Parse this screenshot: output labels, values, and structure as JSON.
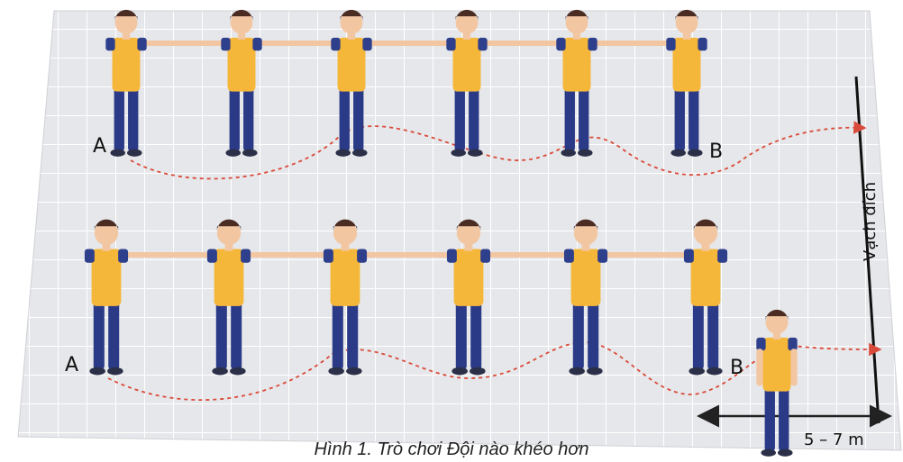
{
  "labels": {
    "start_top": "A",
    "end_top": "B",
    "start_bottom": "A",
    "end_bottom": "B",
    "finish_line": "Vạch đích",
    "distance": "5 – 7 m"
  },
  "caption": "Hình 1. Trò chơi Đội nào khéo hơn",
  "colors": {
    "mat": "#e8e9ec",
    "grid": "#ffffff",
    "shirt": "#f5b73a",
    "sleeve": "#2e3f8c",
    "pants": "#2a3a86",
    "skin": "#f3c6a2",
    "hair": "#4a2c22",
    "path": "#d94a3a"
  },
  "team_size": 6
}
